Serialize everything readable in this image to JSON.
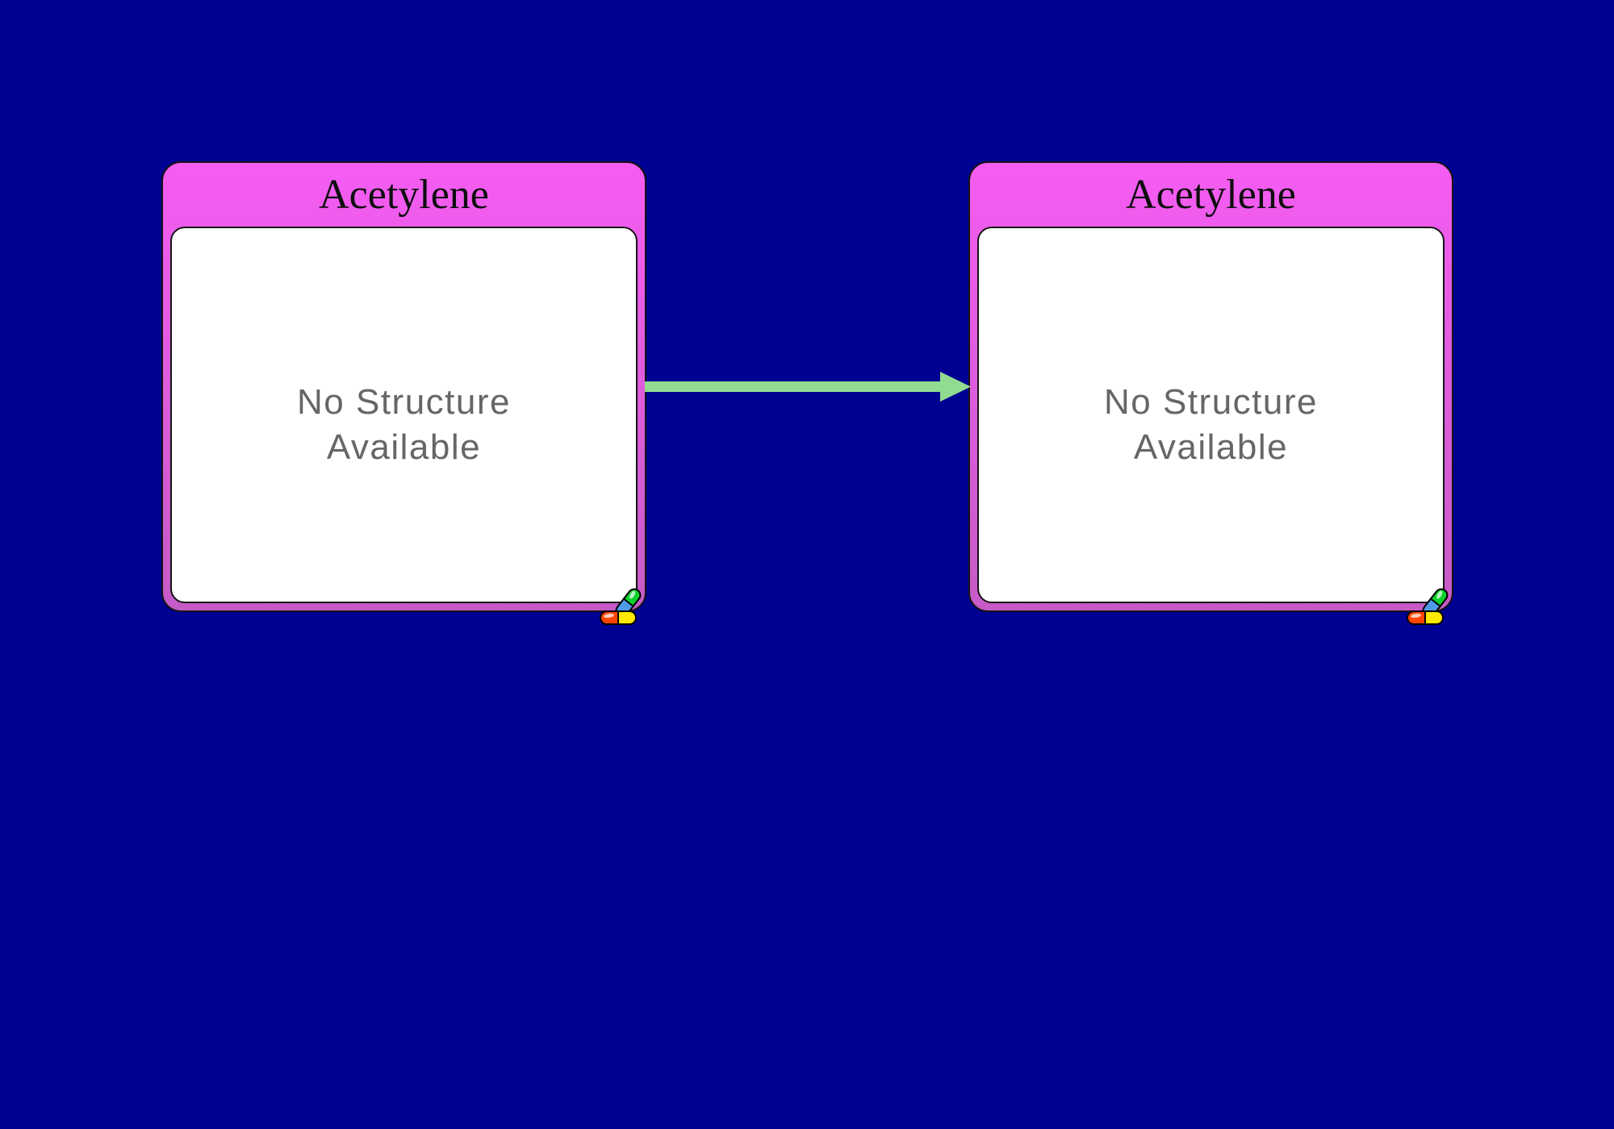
{
  "theme": {
    "bg": "#000092",
    "card-header-top": "#F55CF3",
    "card-header-bottom": "#C65BC6",
    "card-border": "#141414",
    "card-body-bg": "#FFFFFF",
    "title-color": "#0E0E0E",
    "placeholder-color": "#666666",
    "arrow-color": "#92DC92",
    "pill-red": "#FF4400",
    "pill-yellow": "#FFE900",
    "pill-green": "#0CD22B",
    "pill-blue": "#4D9BE8"
  },
  "diagram": {
    "nodes": [
      {
        "title": "Acetylene",
        "placeholder": "No Structure Available"
      },
      {
        "title": "Acetylene",
        "placeholder": "No Structure Available"
      }
    ],
    "edge": {
      "from": "Acetylene",
      "to": "Acetylene",
      "direction": "left-to-right"
    }
  }
}
